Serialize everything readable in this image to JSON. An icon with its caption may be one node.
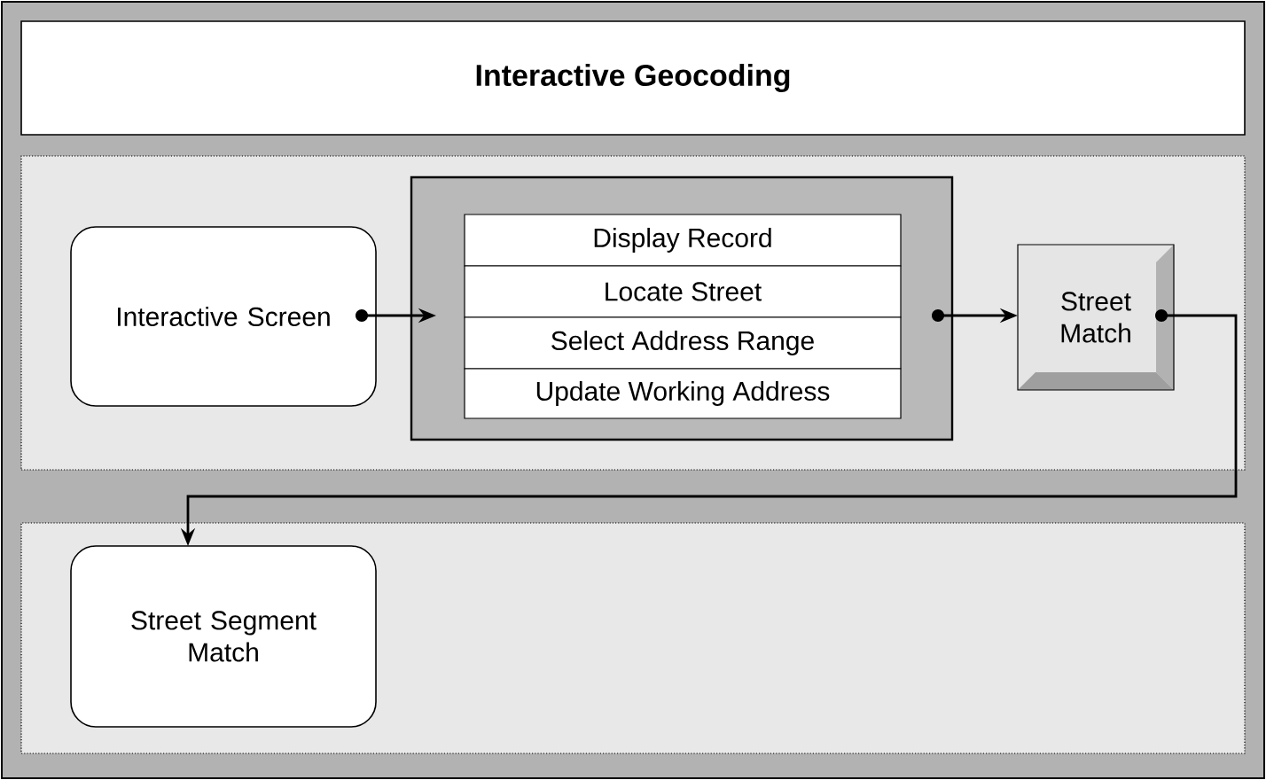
{
  "diagram": {
    "nodes": [
      {
        "text": [
          "Interactive Geocoding"
        ]
      },
      {
        "text": [],
        "shape": "box"
      },
      {
        "text": [
          "Interactive Screen"
        ],
        "in": 1
      },
      {
        "text": [],
        "shape": "box",
        "in": 1
      },
      {
        "text": [
          "Display Record"
        ],
        "in": 3
      },
      {
        "text": [
          "Locate Street"
        ],
        "in": 3
      },
      {
        "text": [
          "Select Address Range"
        ],
        "in": 3
      },
      {
        "text": [
          "Update Working Address"
        ],
        "in": 3
      },
      {
        "text": [
          "Street Match"
        ],
        "in": 1
      },
      {
        "text": [],
        "shape": "box"
      },
      {
        "text": [
          "Street Segment Match"
        ],
        "in": 9
      }
    ],
    "edges": [
      {
        "from": 2,
        "to": 3,
        "arrow": "to"
      },
      {
        "from": 3,
        "to": 8,
        "arrow": "to"
      },
      {
        "from": 8,
        "to": 10,
        "arrow": "to"
      }
    ]
  }
}
